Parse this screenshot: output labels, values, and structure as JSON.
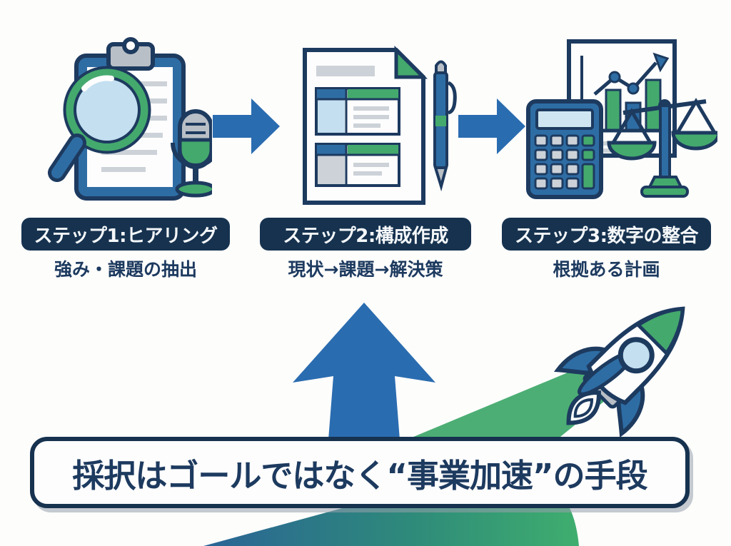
{
  "title": "subsidy-application-3-step-process-infographic",
  "steps": [
    {
      "label": "ステップ1:ヒアリング",
      "subtitle": "強み・課題の抽出",
      "icon": "clipboard-magnifier-microphone-icon"
    },
    {
      "label": "ステップ2:構成作成",
      "subtitle": "現状→課題→解決策",
      "icon": "document-pen-icon"
    },
    {
      "label": "ステップ3:数字の整合",
      "subtitle": "根拠ある計画",
      "icon": "calculator-chart-scale-icon"
    }
  ],
  "banner": {
    "text": "採択はゴールではなく“事業加速”の手段"
  },
  "decorations": {
    "flow_arrows": "right-arrow-icon",
    "growth_arrow": "up-arrow-icon",
    "rocket": "rocket-icon",
    "swoosh": "gradient-swoosh"
  },
  "colors": {
    "navy_outline": "#1d3a5f",
    "label_bg": "#16324f",
    "blue": "#2e6da4",
    "arrow_blue": "#2a6cb0",
    "green": "#44a96d",
    "light_blue": "#c3dff0",
    "gray": "#ccd2d8",
    "background": "#fdfdfc",
    "swoosh_gradient_left": "#2a6496",
    "swoosh_gradient_right": "#3fae6e"
  }
}
